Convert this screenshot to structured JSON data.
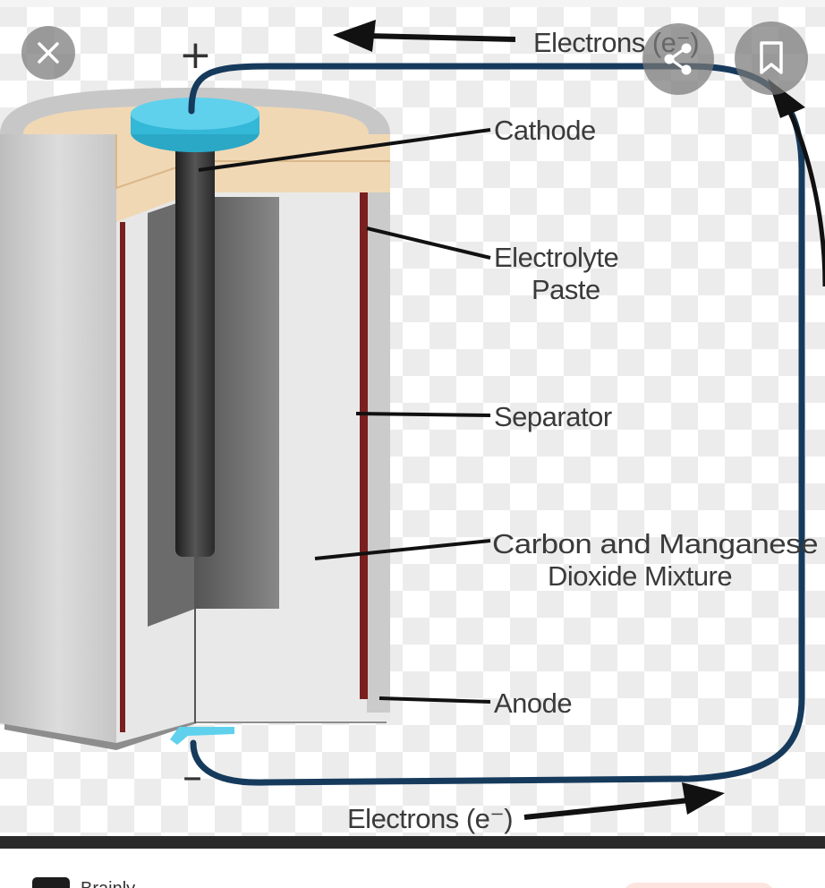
{
  "diagram": {
    "top_electrons": "Electrons (e⁻)",
    "bottom_electrons": "Electrons (e⁻)",
    "plus_sign": "+",
    "minus_sign": "–",
    "labels": {
      "cathode": "Cathode",
      "electrolyte_line1": "Electrolyte",
      "electrolyte_line2": "Paste",
      "separator": "Separator",
      "mixture_line1": "Carbon and Manganese",
      "mixture_line2": "Dioxide Mixture",
      "anode": "Anode"
    },
    "colors": {
      "wire": "#163a5c",
      "terminal": "#3fc4e3",
      "paste": "#f1d8b5",
      "separator": "#7a1f1f",
      "rod": "#3b3b3b",
      "casing": "#cfcfcf"
    }
  },
  "viewer": {
    "close_icon": "close-icon",
    "share_icon": "share-icon",
    "bookmark_icon": "bookmark-icon"
  },
  "bottom_bar": {
    "text": "Brainly"
  }
}
